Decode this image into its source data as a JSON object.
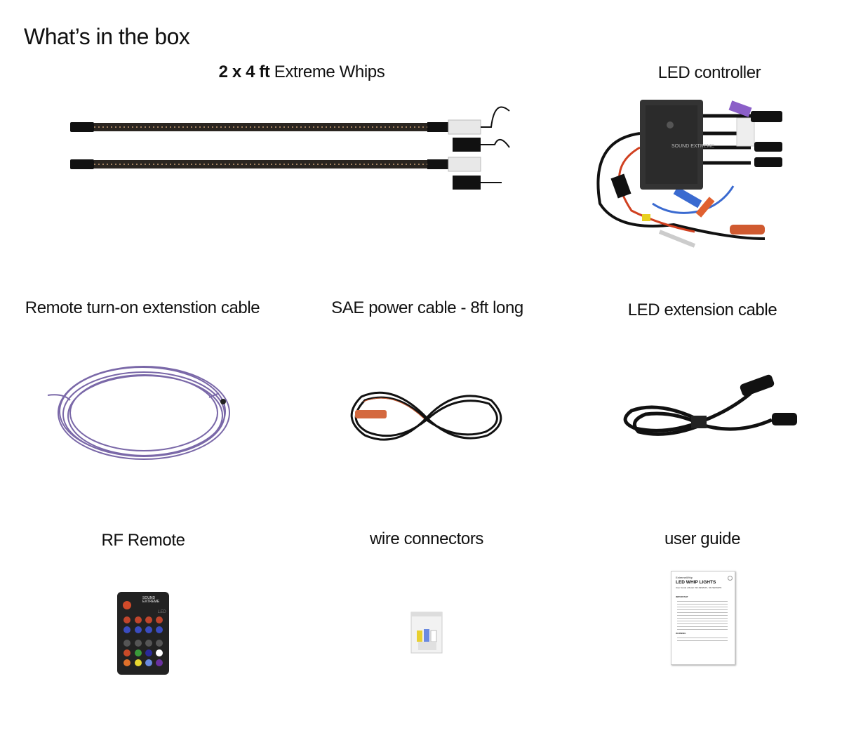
{
  "page_title": "What’s in the box",
  "items": [
    {
      "qty_label": "2 x 4 ft",
      "label": "Extreme Whips"
    },
    {
      "label": "LED controller"
    },
    {
      "label": "Remote turn-on extenstion cable"
    },
    {
      "label": "SAE power cable - 8ft long"
    },
    {
      "label": "LED extension cable"
    },
    {
      "label": "RF Remote"
    },
    {
      "label": "wire connectors"
    },
    {
      "label": "user guide"
    }
  ],
  "guide": {
    "brand": "ExtremeWhip",
    "heading": "LED WHIP LIGHTS",
    "sub": "User Guide | Model: SD-SEWHPL, SD-SEWHPN",
    "section1": "IMPORTANT",
    "section2": "WARNING"
  },
  "remote": {
    "brand": "SOUND EXTREME",
    "led_text": "LED"
  },
  "controller": {
    "brand": "SOUND EXTREME"
  },
  "colors": {
    "cable_purple": "#7a68a8",
    "sae_orange": "#d4683e",
    "remote_body": "#222222"
  }
}
